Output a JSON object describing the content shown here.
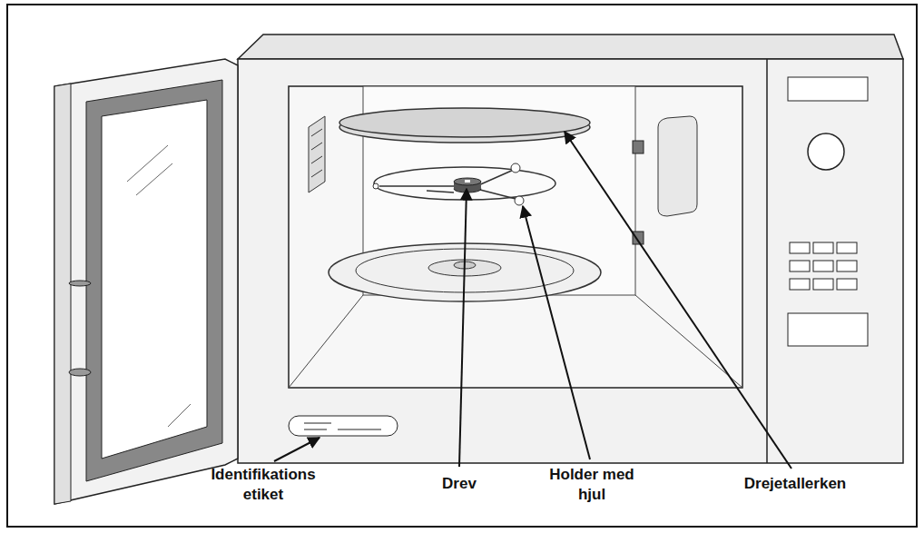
{
  "diagram": {
    "labels": [
      "Identifikations etiket",
      "Drev",
      "Holder med hjul",
      "Drejetallerken"
    ]
  }
}
